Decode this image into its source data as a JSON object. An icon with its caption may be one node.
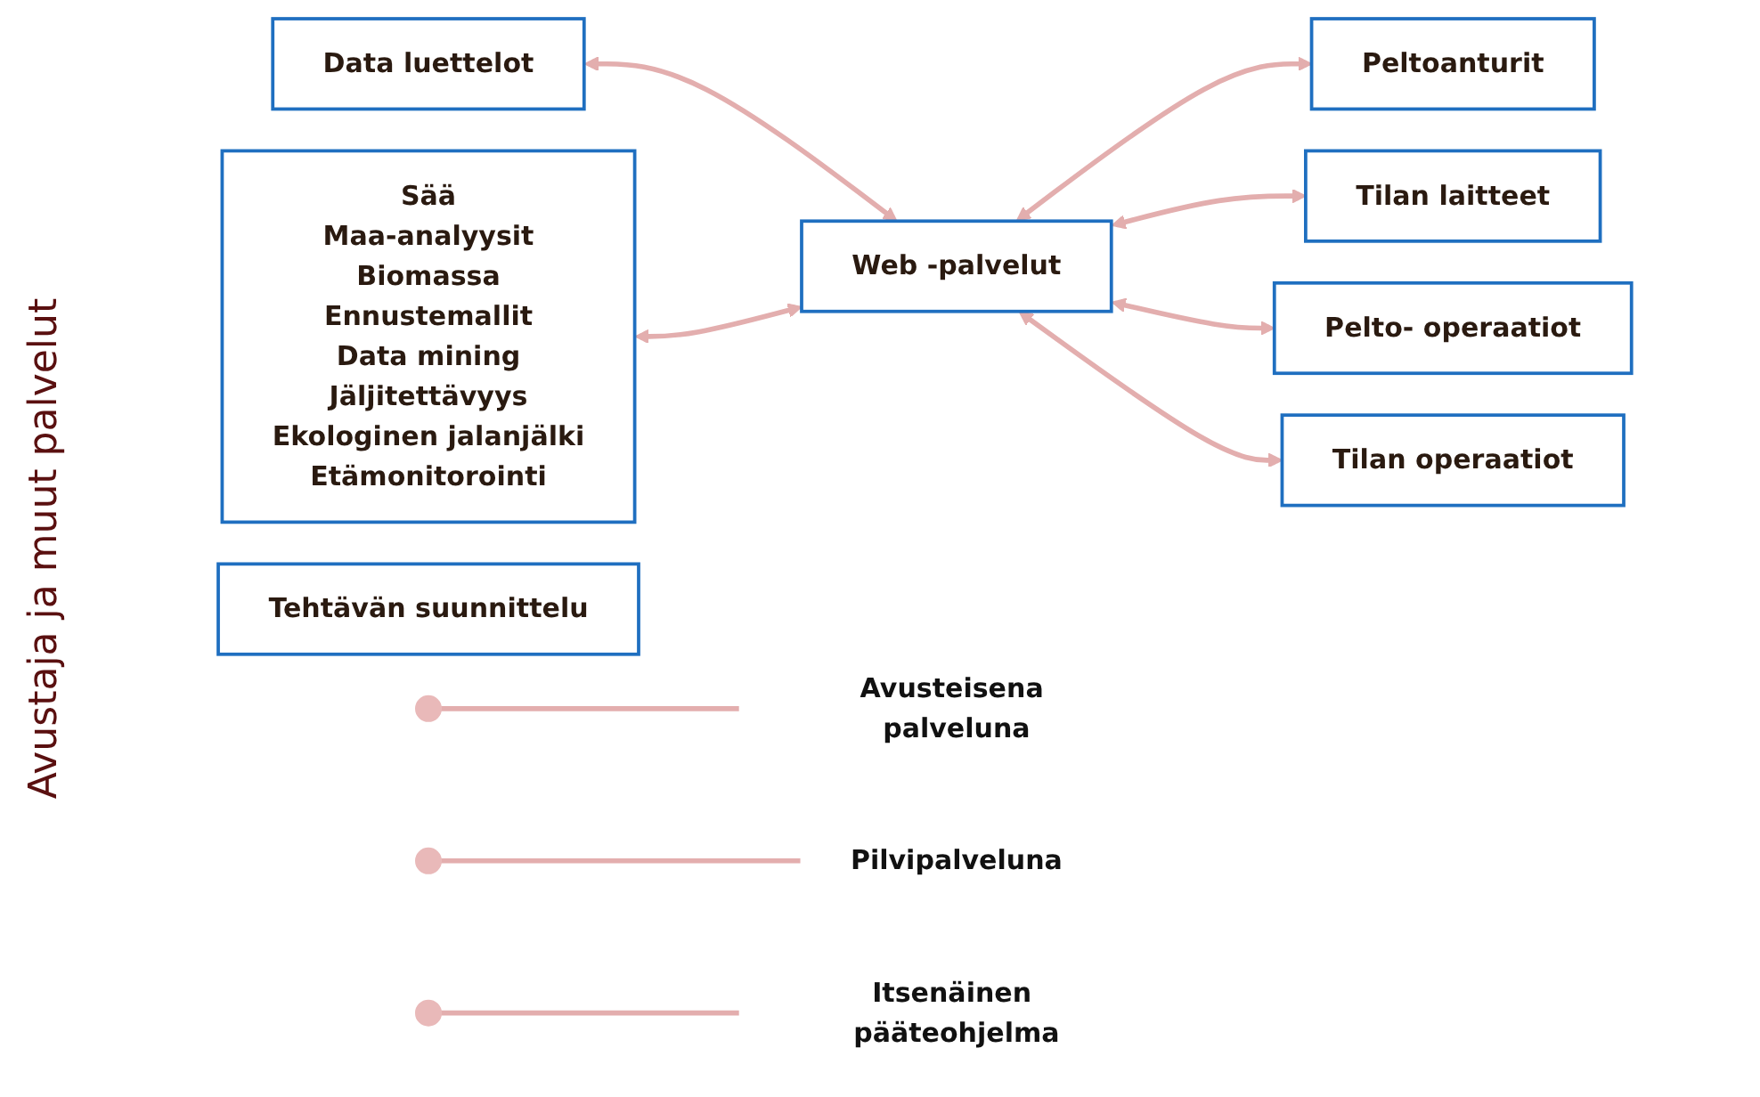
{
  "diagram": {
    "nodes": [
      {
        "text": [
          "Sää",
          "Maa-analyysit",
          "Biomassa",
          "Ennustemallit",
          "Data mining",
          "Jäljitettävyys",
          "Ekologinen jalanjälki",
          "Etämonitorointi"
        ]
      },
      {
        "text": [
          "Data luettelot"
        ]
      },
      {
        "text": [
          "Web -palvelut"
        ]
      },
      {
        "text": [
          "Peltoanturit"
        ]
      },
      {
        "text": [
          "Tilan laitteet"
        ]
      },
      {
        "text": [
          "Pelto- operaatiot"
        ]
      },
      {
        "text": [
          "Tilan operaatiot"
        ]
      },
      {
        "text": [
          "Tehtävän suunnittelu"
        ]
      },
      {
        "text": [],
        "shape": "circle"
      },
      {
        "text": [],
        "shape": "circle"
      },
      {
        "text": [],
        "shape": "circle"
      },
      {
        "text": [
          "Avusteisena palveluna"
        ]
      },
      {
        "text": [
          "Pilvipalveluna"
        ]
      },
      {
        "text": [
          "Itsenäinen pääteohjelma"
        ]
      }
    ],
    "edges": [
      {
        "from": 1,
        "to": 2,
        "arrow": "both"
      },
      {
        "from": 0,
        "to": 2,
        "arrow": "both"
      },
      {
        "from": 2,
        "to": 3,
        "arrow": "both"
      },
      {
        "from": 2,
        "to": 4,
        "arrow": "both"
      },
      {
        "from": 2,
        "to": 5,
        "arrow": "both"
      },
      {
        "from": 2,
        "to": 6,
        "arrow": "both"
      },
      {
        "from": 8,
        "to": 11,
        "arrow": "none"
      },
      {
        "from": 9,
        "to": 12,
        "arrow": "none"
      },
      {
        "from": 10,
        "to": 13,
        "arrow": "none"
      }
    ],
    "labels": [
      "Avustaja ja muut palvelut"
    ]
  }
}
